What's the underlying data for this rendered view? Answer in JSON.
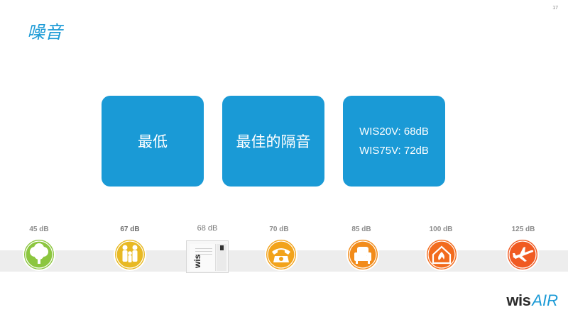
{
  "page_number": "17",
  "title": "噪音",
  "cards": {
    "lowest": "最低",
    "best_insulation": "最佳的隔音",
    "specs": [
      "WIS20V: 68dB",
      "WIS75V: 72dB"
    ]
  },
  "noise_scale": [
    {
      "label": "45 dB",
      "icon": "tree-icon",
      "color": "#8cc63f"
    },
    {
      "label": "67 dB",
      "icon": "family-icon",
      "color": "#e8b923"
    },
    {
      "label": "68 dB",
      "icon": "wis-unit-image"
    },
    {
      "label": "70 dB",
      "icon": "telephone-icon",
      "color": "#f2a31b"
    },
    {
      "label": "85 dB",
      "icon": "armchair-icon",
      "color": "#f28c1b"
    },
    {
      "label": "100 dB",
      "icon": "fire-icon",
      "color": "#f26b1d"
    },
    {
      "label": "125 dB",
      "icon": "airplane-icon",
      "color": "#f05a22"
    }
  ],
  "unit_brand": "wis",
  "logo": {
    "wis": "wis",
    "air": "AIR"
  }
}
